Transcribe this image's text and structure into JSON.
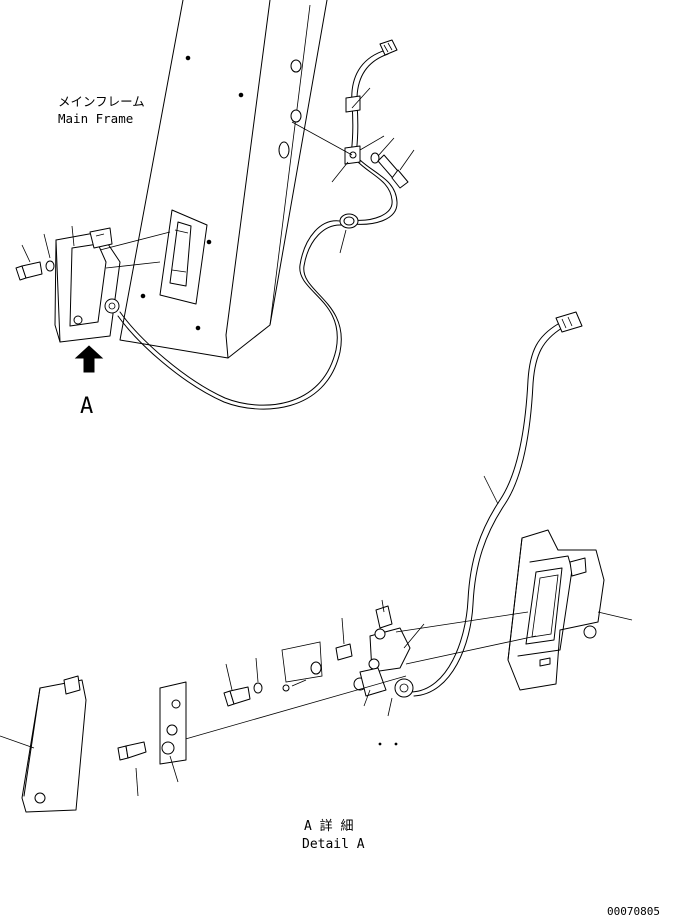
{
  "labels": {
    "main_frame_jp": "メインフレーム",
    "main_frame_en": "Main Frame",
    "view_arrow_letter": "A",
    "detail_jp": "A 詳 細",
    "detail_en": "Detail A",
    "drawing_number": "00070805"
  }
}
